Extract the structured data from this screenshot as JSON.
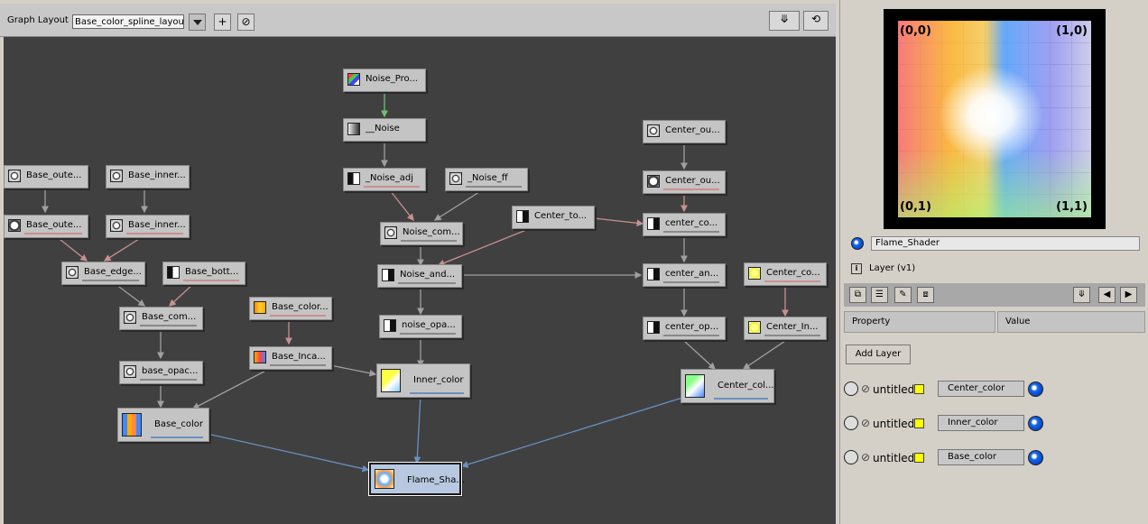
{
  "toolbar": {
    "label": "Graph Layout",
    "layout_select": "Base_color_spline_layout",
    "dropdown_icon": "chevron-down-icon",
    "add_icon": "+",
    "clear_icon": "⊘",
    "tree_icon": "⤋",
    "refresh_icon": "⟲"
  },
  "graph": {
    "nodes": {
      "noise_pro": "Noise_Pro...",
      "noise": "__Noise",
      "noise_adj": "_Noise_adj",
      "noise_ff": "_Noise_ff",
      "noise_com": "Noise_com...",
      "noise_and": "Noise_and...",
      "noise_opa": "noise_opa...",
      "inner_color": "Inner_color",
      "base_oute1": "Base_oute...",
      "base_inner1": "Base_inner...",
      "base_oute2": "Base_oute...",
      "base_inner2": "Base_inner...",
      "base_edge": "Base_edge...",
      "base_bott": "Base_bott...",
      "base_com": "Base_com...",
      "base_opac": "base_opac...",
      "base_color_node": "Base_color",
      "base_colorx": "Base_color...",
      "base_inca": "Base_Inca...",
      "center_to": "Center_to...",
      "center_ou1": "Center_ou...",
      "center_ou2": "Center_ou...",
      "center_co": "center_co...",
      "center_an": "center_an...",
      "center_op": "center_op...",
      "center_co2": "Center_co...",
      "center_in": "Center_In...",
      "center_col": "Center_col...",
      "flame_sha": "Flame_Sha..."
    }
  },
  "preview": {
    "corners": [
      "(0,0)",
      "(1,0)",
      "(0,1)",
      "(1,1)"
    ]
  },
  "shader": {
    "name": "Flame_Shader",
    "layer_label": "Layer (v1)",
    "layer_icon": "i"
  },
  "icon_bar": {
    "buttons": [
      "⧉",
      "☰",
      "✎",
      "⧈"
    ],
    "right_buttons": [
      "⤋",
      "◀",
      "▶"
    ]
  },
  "table": {
    "property_header": "Property",
    "value_header": "Value",
    "add_layer": "Add Layer"
  },
  "layers": [
    {
      "name": "untitled",
      "value": "Center_color"
    },
    {
      "name": "untitled",
      "value": "Inner_color"
    },
    {
      "name": "untitled",
      "value": "Base_color"
    }
  ],
  "colors": {
    "canvas": "#404040",
    "edge_gray": "#a0a0a0",
    "edge_pink": "#c89090",
    "edge_green": "#70c070",
    "edge_blue": "#6a90c0"
  }
}
